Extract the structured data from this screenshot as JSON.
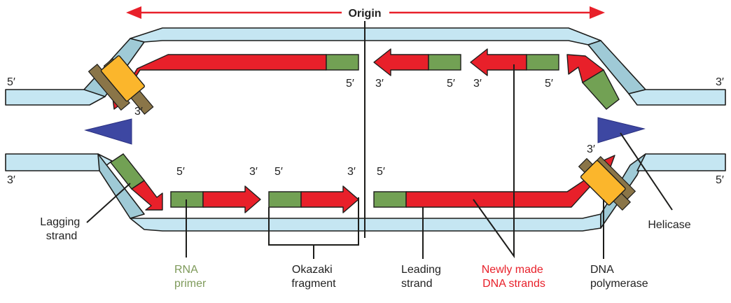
{
  "origin_label": "Origin",
  "colors": {
    "dna": "#c5e6f2",
    "dna_bend": "#9fcad6",
    "new_strand": "#e8202a",
    "rna_primer": "#72a154",
    "polymerase": "#fbb62c",
    "helicase": "#3d47a2",
    "origin_arrow": "#e8202a"
  },
  "ends": {
    "top_left": "5′",
    "top_right": "3′",
    "bottom_left": "3′",
    "bottom_right": "5′",
    "upper_frag_left_5": "5′",
    "upper_frag_left_3": "3′",
    "upper_frag_mid_5": "5′",
    "upper_frag_mid_3": "3′",
    "upper_frag_right_5": "5′",
    "upper_frag_right_3": "3′",
    "lower_frag1_5": "5′",
    "lower_frag1_3": "3′",
    "lower_frag2_5": "5′",
    "lower_frag2_3": "3′",
    "lower_leading_5": "5′",
    "lower_leading_3": "3′"
  },
  "labels": {
    "lagging_strand": [
      "Lagging",
      "strand"
    ],
    "rna_primer": [
      "RNA",
      "primer"
    ],
    "okazaki_fragment": [
      "Okazaki",
      "fragment"
    ],
    "leading_strand": [
      "Leading",
      "strand"
    ],
    "newly_made": [
      "Newly made",
      "DNA strands"
    ],
    "dna_polymerase": [
      "DNA",
      "polymerase"
    ],
    "helicase": "Helicase"
  },
  "label_colors": {
    "rna_primer": "#7e9a5a",
    "newly_made": "#e8202a",
    "default": "#222222"
  },
  "icons": {
    "origin_arrow": "double-headed-arrow",
    "helicase": "triangle",
    "polymerase": "rounded-rectangle"
  }
}
